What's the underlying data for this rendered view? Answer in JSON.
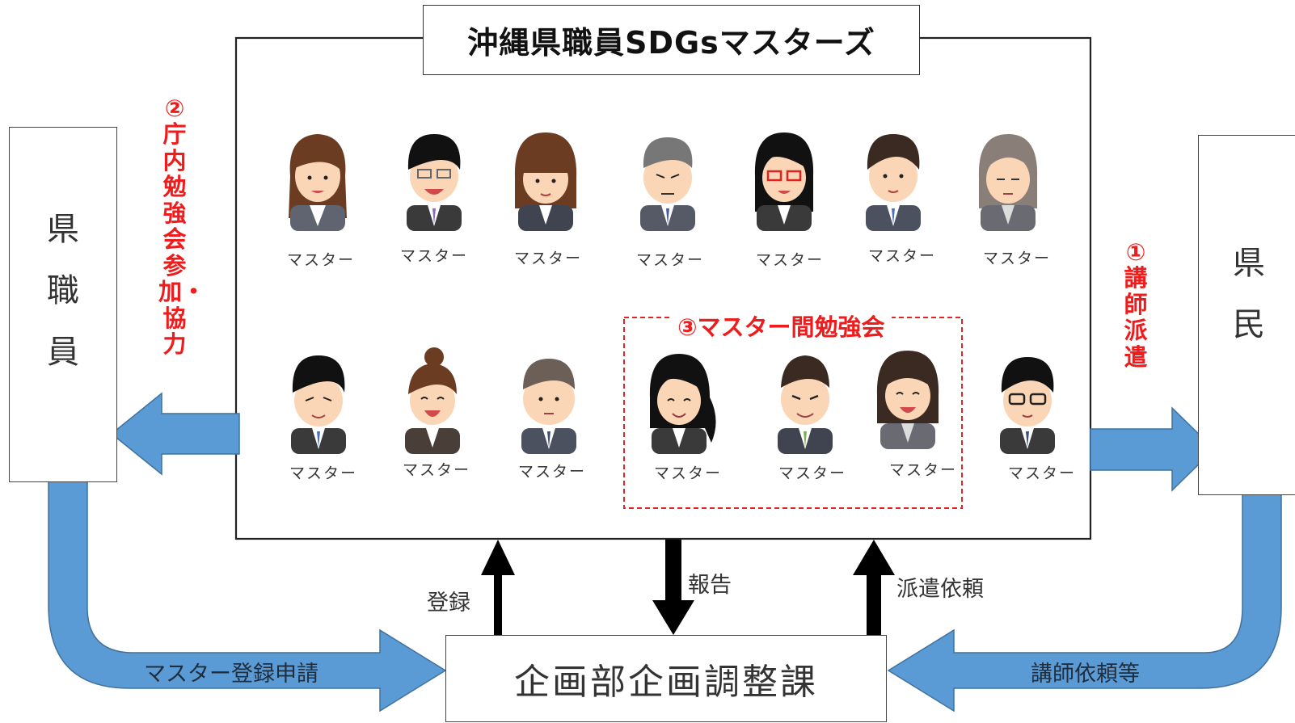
{
  "title": "沖縄県職員SDGsマスターズ",
  "left_party": {
    "label": [
      "県",
      "職",
      "員"
    ]
  },
  "right_party": {
    "label": [
      "県",
      "民"
    ]
  },
  "bottom_box": {
    "label": "企画部企画調整課"
  },
  "red_notes": {
    "left": "②庁内勉強会参加・協力",
    "right": "①講師派遣",
    "study_group": "③マスター間勉強会"
  },
  "arrows": {
    "register": "登録",
    "report": "報告",
    "dispatch_request": "派遣依頼",
    "master_registration_application": "マスター登録申請",
    "lecturer_request": "講師依頼等"
  },
  "masters": {
    "row1": [
      "マスター",
      "マスター",
      "マスター",
      "マスター",
      "マスター",
      "マスター",
      "マスター"
    ],
    "row2": [
      "マスター",
      "マスター",
      "マスター",
      "マスター",
      "マスター",
      "マスター",
      "マスター"
    ]
  },
  "colors": {
    "arrow_blue": "#5b9bd5",
    "arrow_blue_dark": "#41719c",
    "red_text": "#ee1c1c",
    "black_arrow": "#000000"
  }
}
